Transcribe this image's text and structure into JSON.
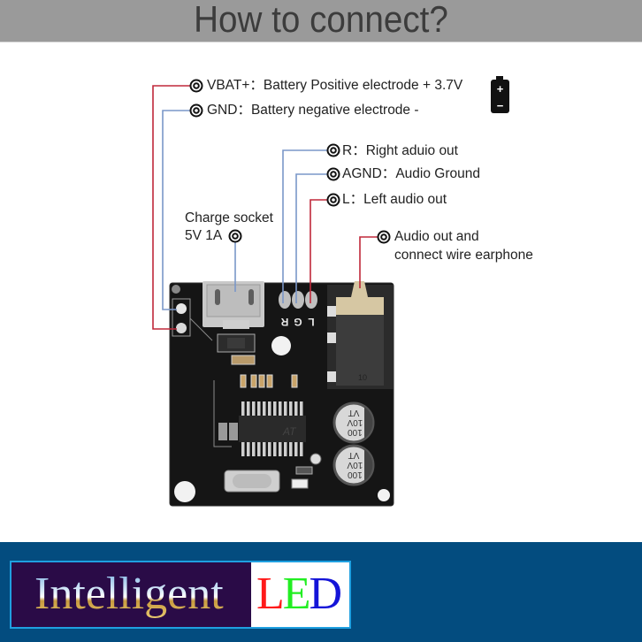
{
  "header": {
    "title": "How to connect?"
  },
  "pins": [
    {
      "id": "vbat",
      "name": "VBAT+",
      "desc": "Battery Positive electrode + 3.7V",
      "wire_color": "#c0283a"
    },
    {
      "id": "gnd",
      "name": "GND",
      "desc": "Battery negative electrode -",
      "wire_color": "#7a97c8"
    },
    {
      "id": "r",
      "name": "R",
      "desc": "Right aduio out",
      "wire_color": "#7a97c8"
    },
    {
      "id": "agnd",
      "name": "AGND",
      "desc": "Audio Ground",
      "wire_color": "#7a97c8"
    },
    {
      "id": "l",
      "name": "L",
      "desc": "Left audio out",
      "wire_color": "#c0283a"
    }
  ],
  "charge_socket": {
    "line1": "Charge socket",
    "line2": "5V 1A"
  },
  "audio_jack": {
    "line1": "Audio out and",
    "line2": "connect wire earphone"
  },
  "separator": "：",
  "battery_icon": {
    "plus": "+",
    "minus": "−"
  },
  "board": {
    "silk_labels": [
      "R",
      "G",
      "L"
    ],
    "capacitor_labels": [
      {
        "l1": "100",
        "l2": "10V",
        "l3": "VT"
      },
      {
        "l1": "100",
        "l2": "10V",
        "l3": "VT"
      }
    ],
    "chip_mark": "AT",
    "jack_mark": "10"
  },
  "footer": {
    "logo_word1": "Intelligent",
    "logo_word2": [
      "L",
      "E",
      "D"
    ],
    "logo_colors": [
      "#ff1a1a",
      "#22ee22",
      "#1414d8"
    ]
  }
}
